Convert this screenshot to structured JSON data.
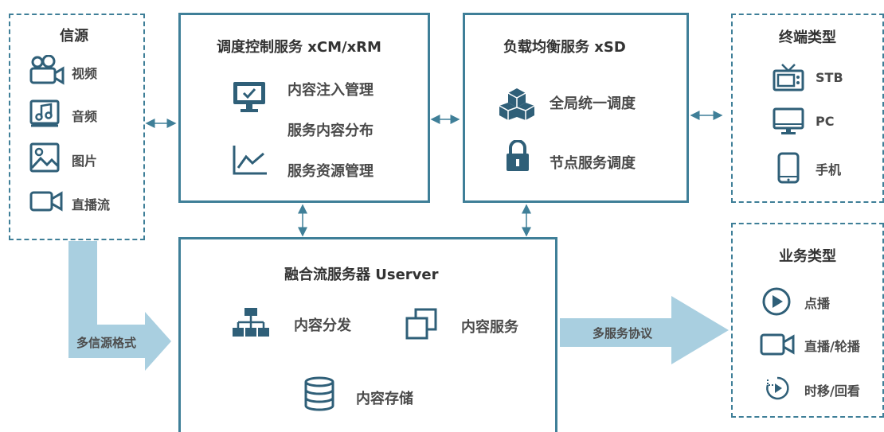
{
  "colors": {
    "border": "#3f7f98",
    "icon": "#2f5f78",
    "arrow_fill": "#a9cfe0"
  },
  "source": {
    "title": "信源",
    "items": [
      {
        "icon": "video-camera-icon",
        "label": "视频"
      },
      {
        "icon": "music-icon",
        "label": "音频"
      },
      {
        "icon": "image-icon",
        "label": "图片"
      },
      {
        "icon": "camcorder-icon",
        "label": "直播流"
      }
    ]
  },
  "control": {
    "title": "调度控制服务 xCM/xRM",
    "items": [
      "内容注入管理",
      "服务内容分布",
      "服务资源管理"
    ]
  },
  "balance": {
    "title": "负载均衡服务 xSD",
    "items": [
      "全局统一调度",
      "节点服务调度"
    ]
  },
  "terminal": {
    "title": "终端类型",
    "items": [
      {
        "icon": "tv-icon",
        "label": "STB"
      },
      {
        "icon": "monitor-icon",
        "label": "PC"
      },
      {
        "icon": "phone-icon",
        "label": "手机"
      }
    ]
  },
  "server": {
    "title": "融合流服务器 Userver",
    "items": [
      "内容分发",
      "内容服务",
      "内容存储"
    ]
  },
  "business": {
    "title": "业务类型",
    "items": [
      {
        "icon": "play-icon",
        "label": "点播"
      },
      {
        "icon": "camcorder-icon",
        "label": "直播/轮播"
      },
      {
        "icon": "replay-icon",
        "label": "时移/回看"
      }
    ]
  },
  "arrows": {
    "multi_source": "多信源格式",
    "multi_protocol": "多服务协议"
  }
}
